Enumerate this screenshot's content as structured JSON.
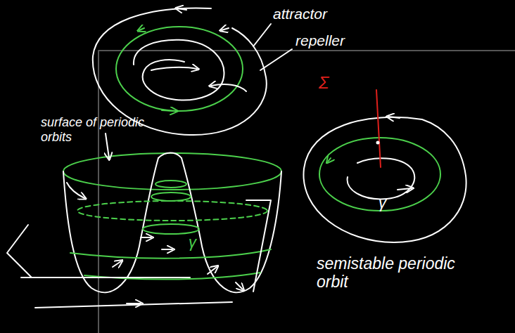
{
  "diagram": {
    "labels": [
      "attractor",
      "repeller",
      "surface of periodic orbits",
      "Σ",
      "γ",
      "γ",
      "semistable periodic orbit"
    ]
  }
}
